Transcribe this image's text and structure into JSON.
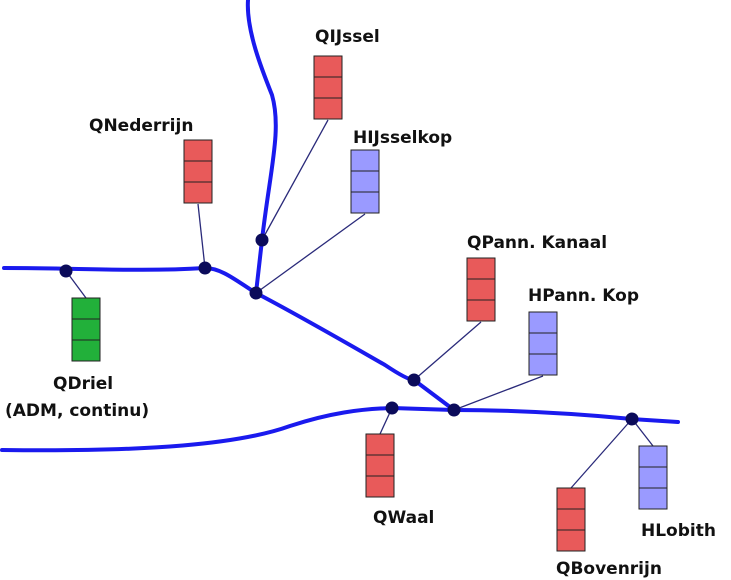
{
  "diagram": {
    "colors": {
      "river": "#1a1aee",
      "node": "#0b0b5a",
      "connector": "#2a2a7a",
      "discharge": "#e85a5a",
      "water_level": "#9a9aff",
      "continuous": "#22b03a",
      "box_border": "#222222"
    },
    "stations": {
      "qijssel": {
        "label": "QIJssel",
        "kind": "discharge"
      },
      "hijsselkop": {
        "label": "HIJsselkop",
        "kind": "water_level"
      },
      "qnederrijn": {
        "label": "QNederrijn",
        "kind": "discharge"
      },
      "qpannkanaal": {
        "label": "QPann. Kanaal",
        "kind": "discharge"
      },
      "hpannkop": {
        "label": "HPann. Kop",
        "kind": "water_level"
      },
      "qdriel": {
        "label": "QDriel",
        "label2": "(ADM, continu)",
        "kind": "continuous"
      },
      "qwaal": {
        "label": "QWaal",
        "kind": "discharge"
      },
      "qbovenrijn": {
        "label": "QBovenrijn",
        "kind": "discharge"
      },
      "hlobith": {
        "label": "HLobith",
        "kind": "water_level"
      }
    }
  }
}
